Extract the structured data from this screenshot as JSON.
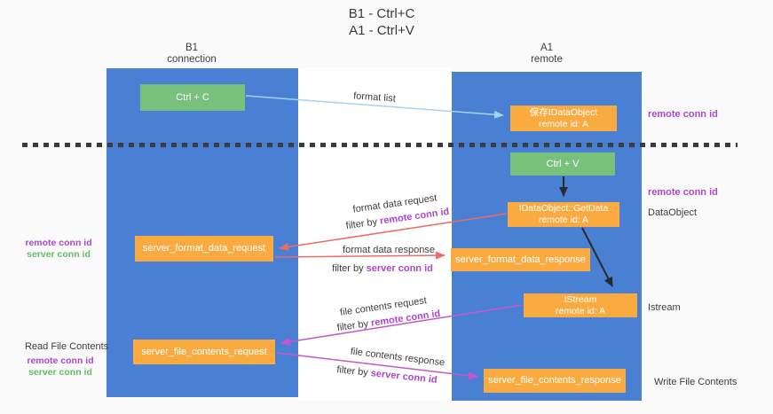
{
  "title": {
    "line1": "B1 - Ctrl+C",
    "line2": "A1 - Ctrl+V"
  },
  "lanes": {
    "left": {
      "header1": "B1",
      "header2": "connection"
    },
    "right": {
      "header1": "A1",
      "header2": "remote"
    }
  },
  "nodes": {
    "ctrl_c": {
      "label": "Ctrl + C"
    },
    "ctrl_v": {
      "label": "Ctrl + V"
    },
    "save_dataobject": {
      "line1": "保存IDataObject",
      "line2": "remote id: A"
    },
    "getdata": {
      "line1": "IDataObject::GetData",
      "line2": "remote id: A"
    },
    "istream": {
      "line1": "IStream",
      "line2": "remote id: A"
    },
    "server_format_data_request": {
      "label": "server_format_data_request"
    },
    "server_format_data_response": {
      "label": "server_format_data_response"
    },
    "server_file_contents_request": {
      "label": "server_file_contents_request"
    },
    "server_file_contents_response": {
      "label": "server_file_contents_response"
    }
  },
  "flow_labels": {
    "format_list": "format list",
    "format_data_request": "format data request",
    "format_data_response": "format data response",
    "file_contents_request": "file contents request",
    "file_contents_response": "file contents response",
    "filter_prefix": "filter by",
    "remote_conn_id": "remote conn id",
    "server_conn_id": "server conn id"
  },
  "side_labels": {
    "remote_conn_top": "remote conn id",
    "remote_conn_mid": "remote conn id",
    "dataobject": "DataObject",
    "istream": "Istream",
    "write_file_contents": "Write File Contents",
    "read_file_contents": "Read File Contents",
    "left1_remote": "remote conn id",
    "left1_server": "server conn id",
    "left2_remote": "remote conn id",
    "left2_server": "server conn id"
  },
  "colors": {
    "lane_blue": "#4a80d4",
    "box_green": "#77c17c",
    "box_orange": "#f9ab41",
    "arrow_light_blue": "#a6d2f2",
    "arrow_salmon": "#ee6b64",
    "arrow_magenta": "#c757c7",
    "arrow_black": "#2b2b2b",
    "text_purple": "#ab47cf",
    "text_green": "#64bd68",
    "text_dark": "#3d3d3d"
  }
}
